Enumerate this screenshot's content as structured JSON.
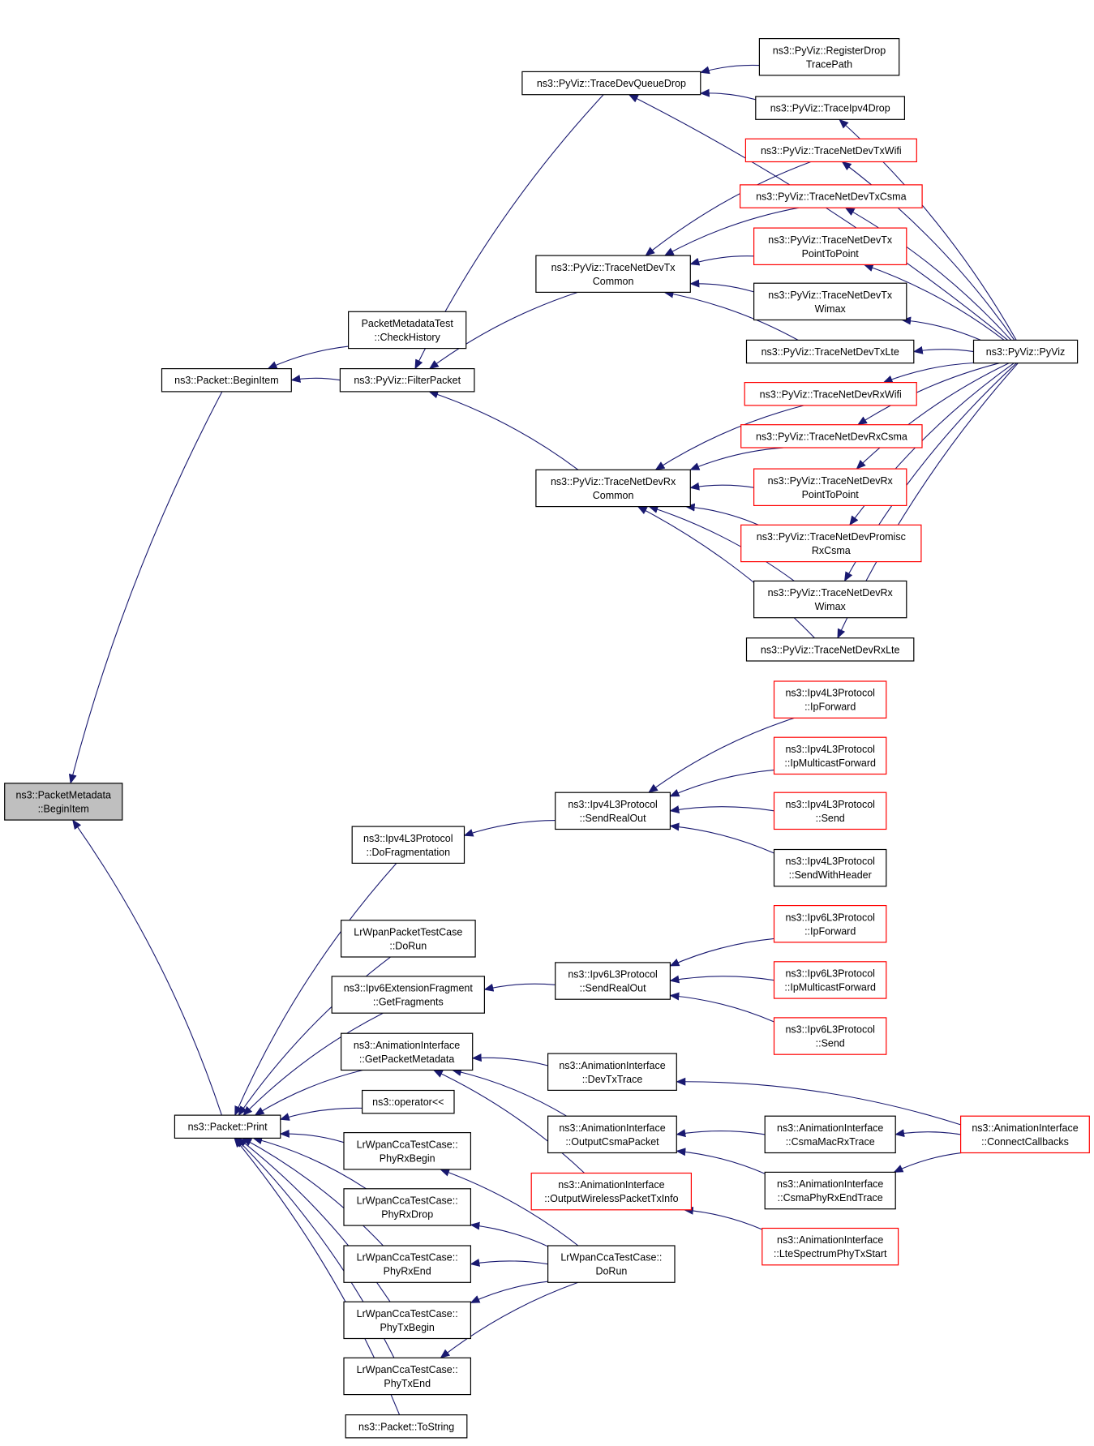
{
  "diagram": {
    "colors": {
      "edge": "#191970",
      "red_border": "#ff0000",
      "root_fill": "#bfbfbf"
    },
    "nodes": [
      {
        "id": "root",
        "lines": [
          "ns3::PacketMetadata",
          "::BeginItem"
        ],
        "style": "root"
      },
      {
        "id": "n_beginitem",
        "lines": [
          "ns3::Packet::BeginItem"
        ],
        "style": "normal"
      },
      {
        "id": "n_checkhistory",
        "lines": [
          "PacketMetadataTest",
          "::CheckHistory"
        ],
        "style": "normal"
      },
      {
        "id": "n_filterpacket",
        "lines": [
          "ns3::PyViz::FilterPacket"
        ],
        "style": "normal"
      },
      {
        "id": "n_tracedevqueuedrop",
        "lines": [
          "ns3::PyViz::TraceDevQueueDrop"
        ],
        "style": "normal"
      },
      {
        "id": "n_registerdrop",
        "lines": [
          "ns3::PyViz::RegisterDrop",
          "TracePath"
        ],
        "style": "normal"
      },
      {
        "id": "n_traceipv4drop",
        "lines": [
          "ns3::PyViz::TraceIpv4Drop"
        ],
        "style": "normal"
      },
      {
        "id": "n_txcommon",
        "lines": [
          "ns3::PyViz::TraceNetDevTx",
          "Common"
        ],
        "style": "normal"
      },
      {
        "id": "n_txwifi",
        "lines": [
          "ns3::PyViz::TraceNetDevTxWifi"
        ],
        "style": "red"
      },
      {
        "id": "n_txcsma",
        "lines": [
          "ns3::PyViz::TraceNetDevTxCsma"
        ],
        "style": "red"
      },
      {
        "id": "n_txp2p",
        "lines": [
          "ns3::PyViz::TraceNetDevTx",
          "PointToPoint"
        ],
        "style": "red"
      },
      {
        "id": "n_txwimax",
        "lines": [
          "ns3::PyViz::TraceNetDevTx",
          "Wimax"
        ],
        "style": "normal"
      },
      {
        "id": "n_txlte",
        "lines": [
          "ns3::PyViz::TraceNetDevTxLte"
        ],
        "style": "normal"
      },
      {
        "id": "n_pyviz",
        "lines": [
          "ns3::PyViz::PyViz"
        ],
        "style": "normal"
      },
      {
        "id": "n_rxcommon",
        "lines": [
          "ns3::PyViz::TraceNetDevRx",
          "Common"
        ],
        "style": "normal"
      },
      {
        "id": "n_rxwifi",
        "lines": [
          "ns3::PyViz::TraceNetDevRxWifi"
        ],
        "style": "red"
      },
      {
        "id": "n_rxcsma",
        "lines": [
          "ns3::PyViz::TraceNetDevRxCsma"
        ],
        "style": "red"
      },
      {
        "id": "n_rxp2p",
        "lines": [
          "ns3::PyViz::TraceNetDevRx",
          "PointToPoint"
        ],
        "style": "red"
      },
      {
        "id": "n_promisc",
        "lines": [
          "ns3::PyViz::TraceNetDevPromisc",
          "RxCsma"
        ],
        "style": "red"
      },
      {
        "id": "n_rxwimax",
        "lines": [
          "ns3::PyViz::TraceNetDevRx",
          "Wimax"
        ],
        "style": "normal"
      },
      {
        "id": "n_rxlte",
        "lines": [
          "ns3::PyViz::TraceNetDevRxLte"
        ],
        "style": "normal"
      },
      {
        "id": "n_ipv4ipfwd",
        "lines": [
          "ns3::Ipv4L3Protocol",
          "::IpForward"
        ],
        "style": "red"
      },
      {
        "id": "n_ipv4mcast",
        "lines": [
          "ns3::Ipv4L3Protocol",
          "::IpMulticastForward"
        ],
        "style": "red"
      },
      {
        "id": "n_ipv4sendrealout",
        "lines": [
          "ns3::Ipv4L3Protocol",
          "::SendRealOut"
        ],
        "style": "normal"
      },
      {
        "id": "n_ipv4send",
        "lines": [
          "ns3::Ipv4L3Protocol",
          "::Send"
        ],
        "style": "red"
      },
      {
        "id": "n_ipv4sendwh",
        "lines": [
          "ns3::Ipv4L3Protocol",
          "::SendWithHeader"
        ],
        "style": "normal"
      },
      {
        "id": "n_dofrag",
        "lines": [
          "ns3::Ipv4L3Protocol",
          "::DoFragmentation"
        ],
        "style": "normal"
      },
      {
        "id": "n_lrwpanpkt",
        "lines": [
          "LrWpanPacketTestCase",
          "::DoRun"
        ],
        "style": "normal"
      },
      {
        "id": "n_ipv6ipfwd",
        "lines": [
          "ns3::Ipv6L3Protocol",
          "::IpForward"
        ],
        "style": "red"
      },
      {
        "id": "n_ipv6extfrag",
        "lines": [
          "ns3::Ipv6ExtensionFragment",
          "::GetFragments"
        ],
        "style": "normal"
      },
      {
        "id": "n_ipv6sendrealout",
        "lines": [
          "ns3::Ipv6L3Protocol",
          "::SendRealOut"
        ],
        "style": "normal"
      },
      {
        "id": "n_ipv6mcast",
        "lines": [
          "ns3::Ipv6L3Protocol",
          "::IpMulticastForward"
        ],
        "style": "red"
      },
      {
        "id": "n_ipv6send",
        "lines": [
          "ns3::Ipv6L3Protocol",
          "::Send"
        ],
        "style": "red"
      },
      {
        "id": "n_getpktmeta",
        "lines": [
          "ns3::AnimationInterface",
          "::GetPacketMetadata"
        ],
        "style": "normal"
      },
      {
        "id": "n_devtxtrace",
        "lines": [
          "ns3::AnimationInterface",
          "::DevTxTrace"
        ],
        "style": "normal"
      },
      {
        "id": "n_operator",
        "lines": [
          "ns3::operator<<"
        ],
        "style": "normal"
      },
      {
        "id": "n_print",
        "lines": [
          "ns3::Packet::Print"
        ],
        "style": "normal"
      },
      {
        "id": "n_outcsma",
        "lines": [
          "ns3::AnimationInterface",
          "::OutputCsmaPacket"
        ],
        "style": "normal"
      },
      {
        "id": "n_csmamacrx",
        "lines": [
          "ns3::AnimationInterface",
          "::CsmaMacRxTrace"
        ],
        "style": "normal"
      },
      {
        "id": "n_connectcb",
        "lines": [
          "ns3::AnimationInterface",
          "::ConnectCallbacks"
        ],
        "style": "red"
      },
      {
        "id": "n_phyrxbegin",
        "lines": [
          "LrWpanCcaTestCase::",
          "PhyRxBegin"
        ],
        "style": "normal"
      },
      {
        "id": "n_outwireless",
        "lines": [
          "ns3::AnimationInterface",
          "::OutputWirelessPacketTxInfo"
        ],
        "style": "red"
      },
      {
        "id": "n_csmaphyrx",
        "lines": [
          "ns3::AnimationInterface",
          "::CsmaPhyRxEndTrace"
        ],
        "style": "normal"
      },
      {
        "id": "n_phyrxdrop",
        "lines": [
          "LrWpanCcaTestCase::",
          "PhyRxDrop"
        ],
        "style": "normal"
      },
      {
        "id": "n_ltespectrum",
        "lines": [
          "ns3::AnimationInterface",
          "::LteSpectrumPhyTxStart"
        ],
        "style": "red"
      },
      {
        "id": "n_phyrxend",
        "lines": [
          "LrWpanCcaTestCase::",
          "PhyRxEnd"
        ],
        "style": "normal"
      },
      {
        "id": "n_ccadorun",
        "lines": [
          "LrWpanCcaTestCase::",
          "DoRun"
        ],
        "style": "normal"
      },
      {
        "id": "n_phytxbegin",
        "lines": [
          "LrWpanCcaTestCase::",
          "PhyTxBegin"
        ],
        "style": "normal"
      },
      {
        "id": "n_phytxend",
        "lines": [
          "LrWpanCcaTestCase::",
          "PhyTxEnd"
        ],
        "style": "normal"
      },
      {
        "id": "n_tostring",
        "lines": [
          "ns3::Packet::ToString"
        ],
        "style": "normal"
      }
    ],
    "edges": [
      {
        "from": "n_beginitem",
        "to": "root"
      },
      {
        "from": "n_print",
        "to": "root"
      },
      {
        "from": "n_checkhistory",
        "to": "n_beginitem"
      },
      {
        "from": "n_filterpacket",
        "to": "n_beginitem"
      },
      {
        "from": "n_tracedevqueuedrop",
        "to": "n_filterpacket"
      },
      {
        "from": "n_txcommon",
        "to": "n_filterpacket"
      },
      {
        "from": "n_rxcommon",
        "to": "n_filterpacket"
      },
      {
        "from": "n_registerdrop",
        "to": "n_tracedevqueuedrop"
      },
      {
        "from": "n_traceipv4drop",
        "to": "n_tracedevqueuedrop"
      },
      {
        "from": "n_pyviz",
        "to": "n_tracedevqueuedrop"
      },
      {
        "from": "n_pyviz",
        "to": "n_traceipv4drop"
      },
      {
        "from": "n_txwifi",
        "to": "n_txcommon"
      },
      {
        "from": "n_txcsma",
        "to": "n_txcommon"
      },
      {
        "from": "n_txp2p",
        "to": "n_txcommon"
      },
      {
        "from": "n_txwimax",
        "to": "n_txcommon"
      },
      {
        "from": "n_txlte",
        "to": "n_txcommon"
      },
      {
        "from": "n_pyviz",
        "to": "n_txwifi"
      },
      {
        "from": "n_pyviz",
        "to": "n_txcsma"
      },
      {
        "from": "n_pyviz",
        "to": "n_txp2p"
      },
      {
        "from": "n_pyviz",
        "to": "n_txwimax"
      },
      {
        "from": "n_pyviz",
        "to": "n_txlte"
      },
      {
        "from": "n_rxwifi",
        "to": "n_rxcommon"
      },
      {
        "from": "n_rxcsma",
        "to": "n_rxcommon"
      },
      {
        "from": "n_rxp2p",
        "to": "n_rxcommon"
      },
      {
        "from": "n_promisc",
        "to": "n_rxcommon"
      },
      {
        "from": "n_rxwimax",
        "to": "n_rxcommon"
      },
      {
        "from": "n_rxlte",
        "to": "n_rxcommon"
      },
      {
        "from": "n_pyviz",
        "to": "n_rxwifi"
      },
      {
        "from": "n_pyviz",
        "to": "n_rxcsma"
      },
      {
        "from": "n_pyviz",
        "to": "n_rxp2p"
      },
      {
        "from": "n_pyviz",
        "to": "n_promisc"
      },
      {
        "from": "n_pyviz",
        "to": "n_rxwimax"
      },
      {
        "from": "n_pyviz",
        "to": "n_rxlte"
      },
      {
        "from": "n_dofrag",
        "to": "n_print"
      },
      {
        "from": "n_lrwpanpkt",
        "to": "n_print"
      },
      {
        "from": "n_ipv6extfrag",
        "to": "n_print"
      },
      {
        "from": "n_getpktmeta",
        "to": "n_print"
      },
      {
        "from": "n_operator",
        "to": "n_print"
      },
      {
        "from": "n_phyrxbegin",
        "to": "n_print"
      },
      {
        "from": "n_phyrxdrop",
        "to": "n_print"
      },
      {
        "from": "n_phyrxend",
        "to": "n_print"
      },
      {
        "from": "n_phytxbegin",
        "to": "n_print"
      },
      {
        "from": "n_phytxend",
        "to": "n_print"
      },
      {
        "from": "n_tostring",
        "to": "n_print"
      },
      {
        "from": "n_ipv4sendrealout",
        "to": "n_dofrag"
      },
      {
        "from": "n_ipv4ipfwd",
        "to": "n_ipv4sendrealout"
      },
      {
        "from": "n_ipv4mcast",
        "to": "n_ipv4sendrealout"
      },
      {
        "from": "n_ipv4send",
        "to": "n_ipv4sendrealout"
      },
      {
        "from": "n_ipv4sendwh",
        "to": "n_ipv4sendrealout"
      },
      {
        "from": "n_ipv6sendrealout",
        "to": "n_ipv6extfrag"
      },
      {
        "from": "n_ipv6ipfwd",
        "to": "n_ipv6sendrealout"
      },
      {
        "from": "n_ipv6mcast",
        "to": "n_ipv6sendrealout"
      },
      {
        "from": "n_ipv6send",
        "to": "n_ipv6sendrealout"
      },
      {
        "from": "n_devtxtrace",
        "to": "n_getpktmeta"
      },
      {
        "from": "n_outcsma",
        "to": "n_getpktmeta"
      },
      {
        "from": "n_outwireless",
        "to": "n_getpktmeta"
      },
      {
        "from": "n_connectcb",
        "to": "n_devtxtrace"
      },
      {
        "from": "n_csmamacrx",
        "to": "n_outcsma"
      },
      {
        "from": "n_csmaphyrx",
        "to": "n_outcsma"
      },
      {
        "from": "n_connectcb",
        "to": "n_csmamacrx"
      },
      {
        "from": "n_connectcb",
        "to": "n_csmaphyrx"
      },
      {
        "from": "n_ltespectrum",
        "to": "n_outwireless"
      },
      {
        "from": "n_ccadorun",
        "to": "n_phyrxbegin"
      },
      {
        "from": "n_ccadorun",
        "to": "n_phyrxdrop"
      },
      {
        "from": "n_ccadorun",
        "to": "n_phyrxend"
      },
      {
        "from": "n_ccadorun",
        "to": "n_phytxbegin"
      },
      {
        "from": "n_ccadorun",
        "to": "n_phytxend"
      }
    ]
  }
}
